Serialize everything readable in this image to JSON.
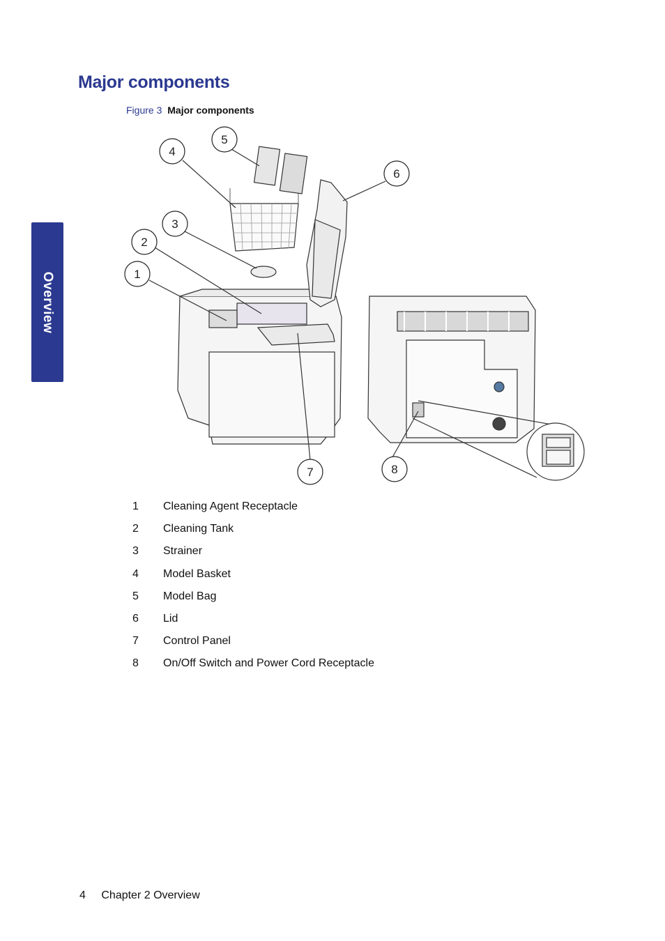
{
  "side_tab": {
    "label": "Overview"
  },
  "page_title": "Major components",
  "figure": {
    "number_label": "Figure 3",
    "caption": "Major components",
    "callouts": [
      "1",
      "2",
      "3",
      "4",
      "5",
      "6",
      "7",
      "8"
    ]
  },
  "legend": [
    {
      "num": "1",
      "label": "Cleaning Agent Receptacle"
    },
    {
      "num": "2",
      "label": "Cleaning Tank"
    },
    {
      "num": "3",
      "label": "Strainer"
    },
    {
      "num": "4",
      "label": "Model Basket"
    },
    {
      "num": "5",
      "label": "Model Bag"
    },
    {
      "num": "6",
      "label": "Lid"
    },
    {
      "num": "7",
      "label": "Control Panel"
    },
    {
      "num": "8",
      "label": "On/Off Switch and Power Cord Receptacle"
    }
  ],
  "footer": {
    "page_number": "4",
    "chapter": "Chapter 2 Overview"
  },
  "colors": {
    "accent": "#2b3990",
    "text": "#111111"
  }
}
